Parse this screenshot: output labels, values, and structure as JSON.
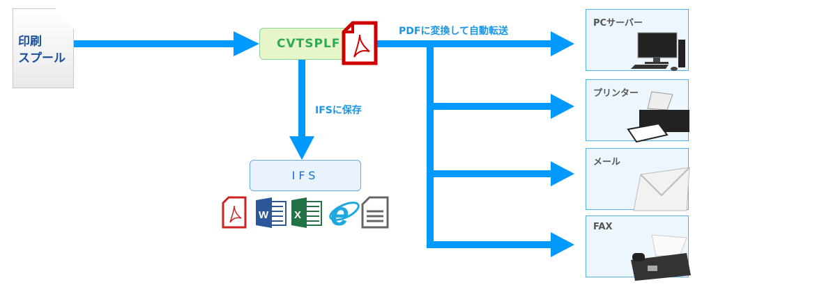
{
  "source": {
    "label_line1": "印刷",
    "label_line2": "スプール"
  },
  "converter": {
    "label": "CVTSPLF"
  },
  "labels": {
    "convert_send": "PDFに変換して自動転送",
    "save_ifs": "IFSに保存"
  },
  "ifs": {
    "label": "IFS",
    "file_icons": [
      "pdf-icon",
      "word-icon",
      "excel-icon",
      "ie-icon",
      "text-file-icon"
    ]
  },
  "destinations": [
    {
      "label": "PCサーバー",
      "icon": "computer-icon"
    },
    {
      "label": "プリンター",
      "icon": "printer-icon"
    },
    {
      "label": "メール",
      "icon": "envelope-icon"
    },
    {
      "label": "FAX",
      "icon": "fax-icon"
    }
  ],
  "colors": {
    "arrow": "#0099ff",
    "pdf": "#cc0000",
    "converter_bg": "#e6f6c8",
    "ifs_bg": "#eaf3fd"
  }
}
